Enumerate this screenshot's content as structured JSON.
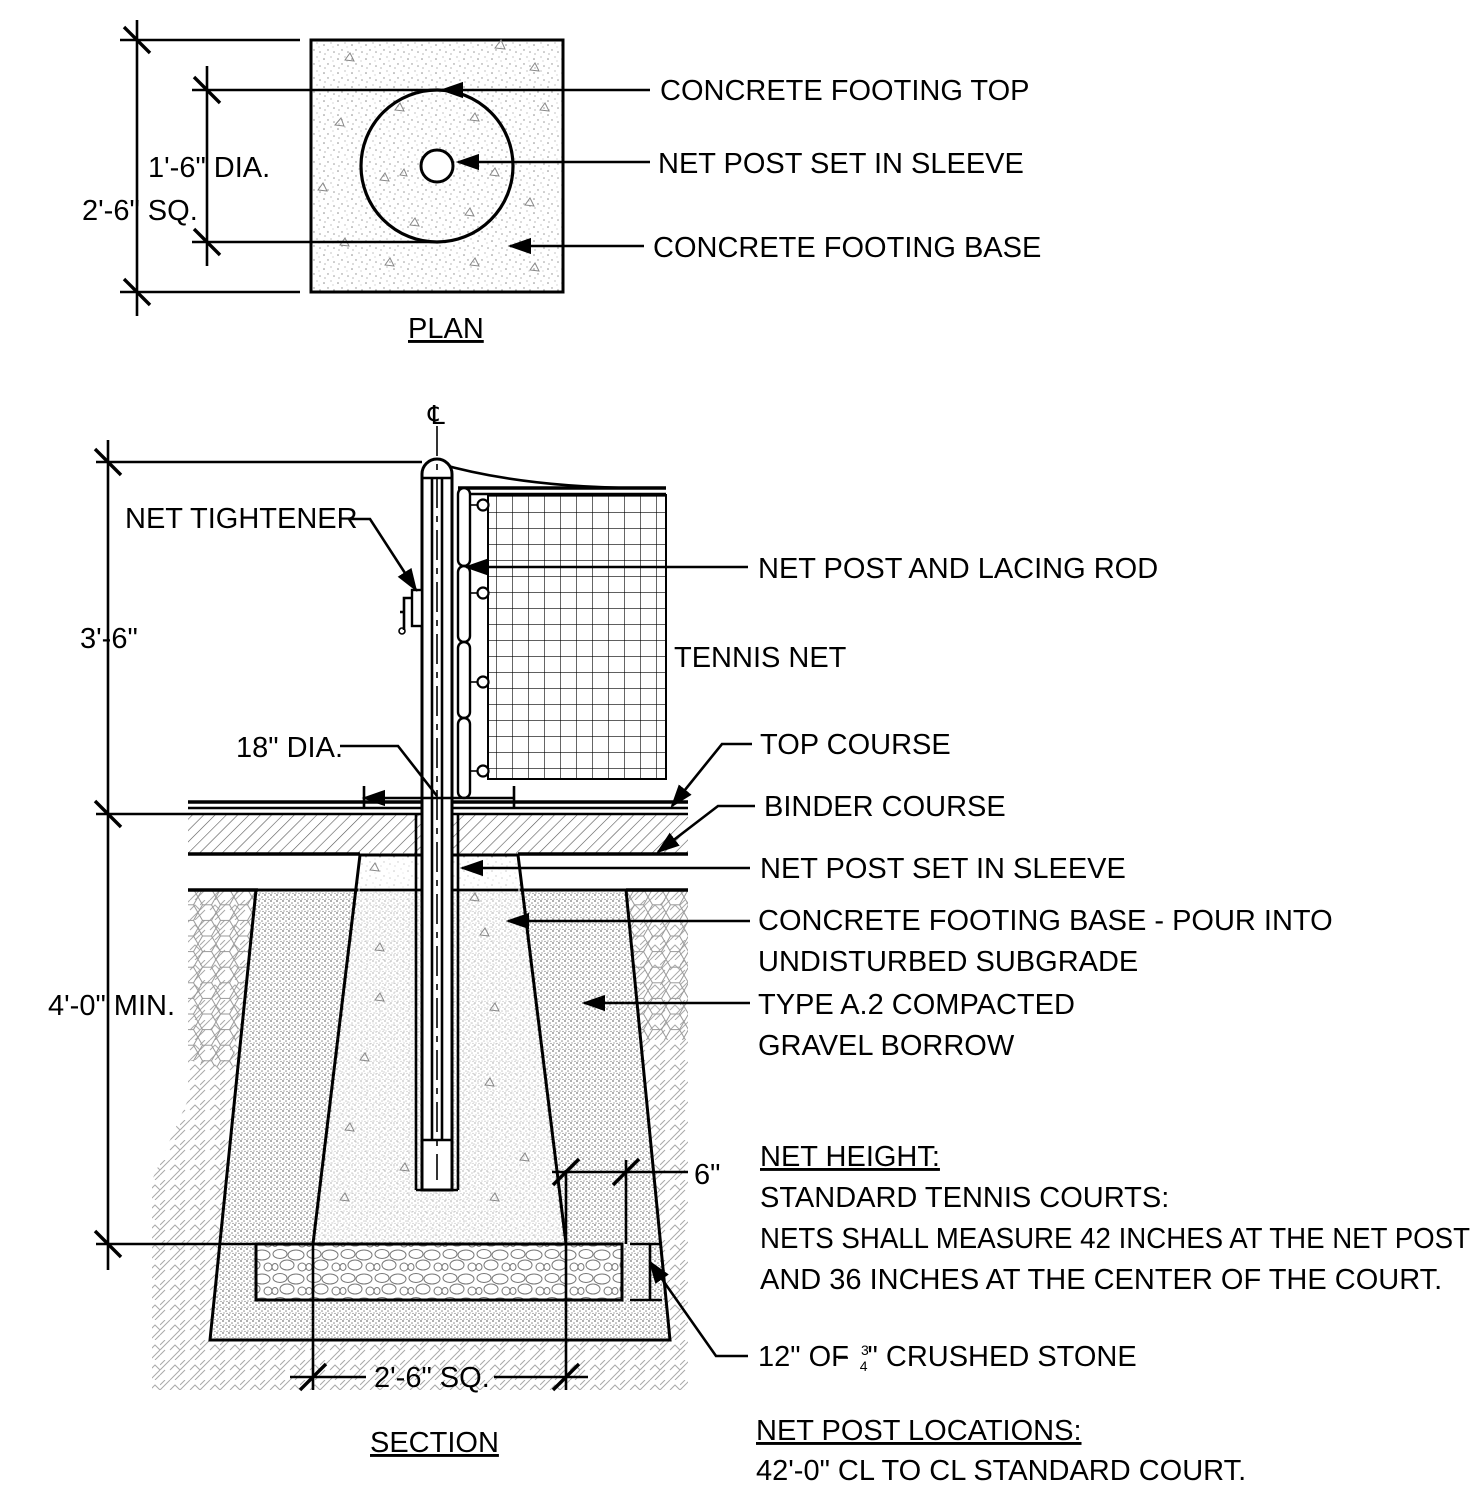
{
  "plan": {
    "labels": {
      "footing_top": "CONCRETE FOOTING TOP",
      "post_sleeve": "NET POST SET IN SLEEVE",
      "footing_base": "CONCRETE FOOTING BASE"
    },
    "dims": {
      "dia": "1'-6\" DIA.",
      "sq": "2'-6\" SQ."
    },
    "title": "PLAN"
  },
  "section": {
    "centerline_symbol": "℄",
    "labels": {
      "net_tightener": "NET TIGHTENER",
      "post_lacing": "NET POST AND LACING ROD",
      "tennis_net": "TENNIS NET",
      "dia18": "18\" DIA.",
      "top_course": "TOP COURSE",
      "binder_course": "BINDER COURSE",
      "post_sleeve": "NET POST SET IN SLEEVE",
      "footing_base_1": "CONCRETE FOOTING BASE - POUR INTO",
      "footing_base_2": "UNDISTURBED SUBGRADE",
      "gravel_1": "TYPE A.2 COMPACTED",
      "gravel_2": "GRAVEL BORROW",
      "stone_prefix": "12\" OF ",
      "stone_num": "3",
      "stone_den": "4",
      "stone_suffix": "\" CRUSHED STONE"
    },
    "dims": {
      "height": "3'-6\"",
      "depth": "4'-0\" MIN.",
      "six": "6\"",
      "sq": "2'-6\" SQ."
    },
    "title": "SECTION"
  },
  "notes": {
    "net_height_heading": "NET HEIGHT:",
    "net_height_lines": [
      "STANDARD TENNIS COURTS:",
      "NETS SHALL MEASURE 42 INCHES AT THE NET POST",
      "AND 36 INCHES AT THE CENTER OF THE COURT."
    ],
    "locations_heading": "NET POST LOCATIONS:",
    "locations_lines": [
      "42'-0\" CL TO CL STANDARD COURT."
    ]
  }
}
